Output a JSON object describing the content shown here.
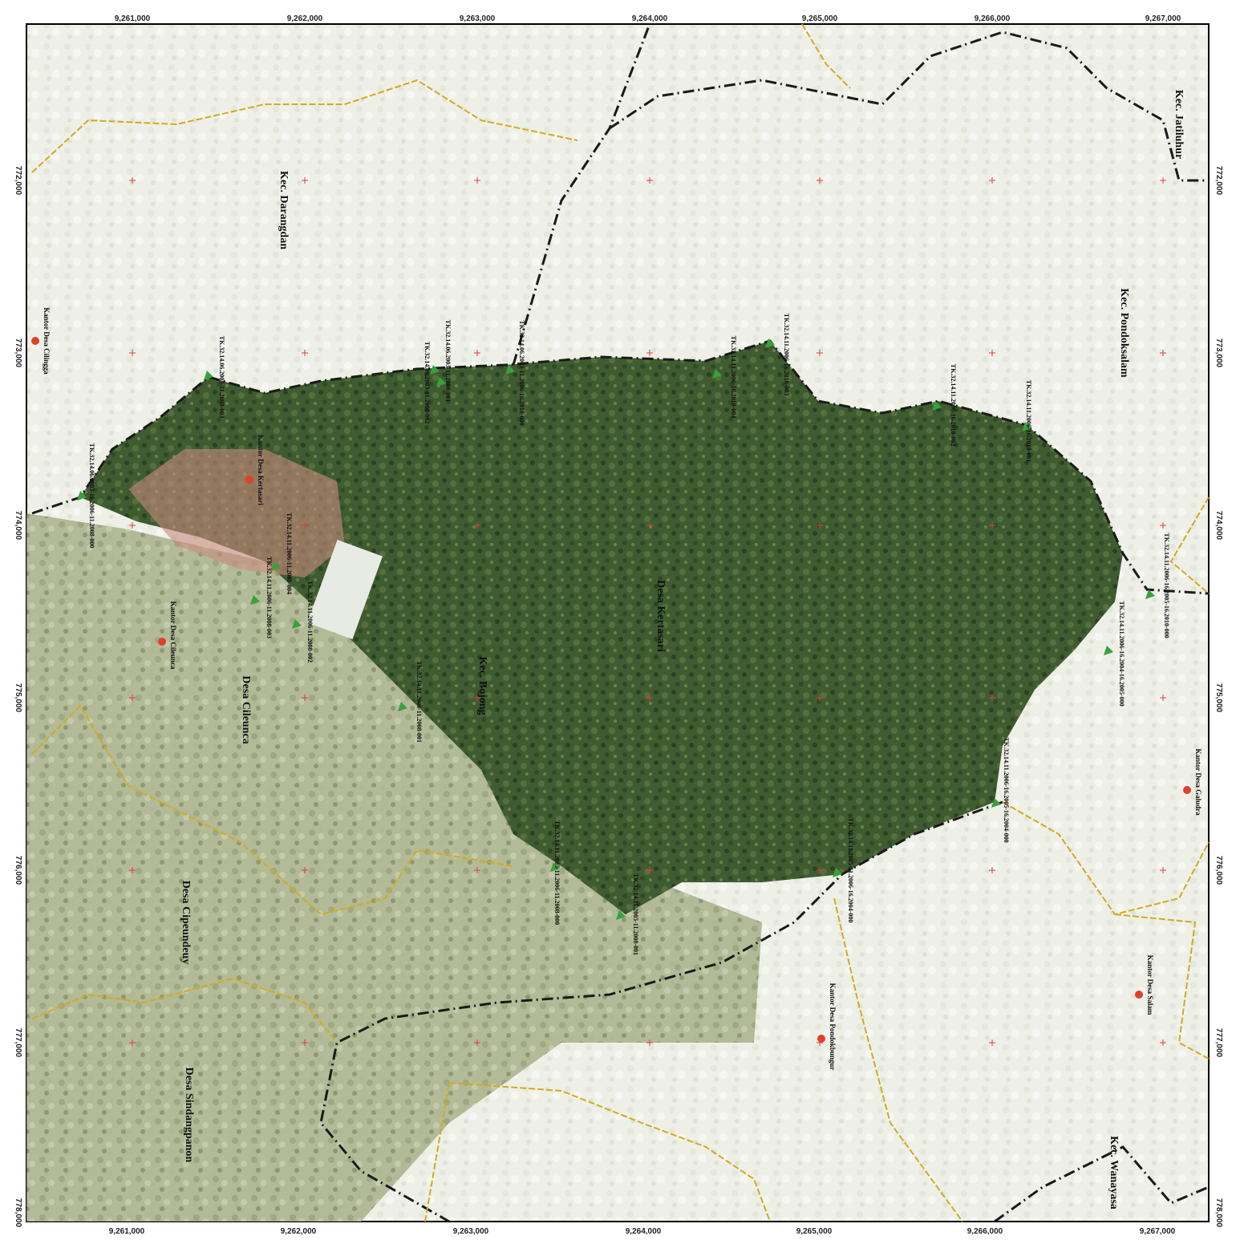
{
  "frame": {
    "top_ticks": [
      "9,261,000",
      "9,262,000",
      "9,263,000",
      "9,264,000",
      "9,265,000",
      "9,266,000",
      "9,267,000"
    ],
    "bottom_ticks": [
      "9,261,000",
      "9,262,000",
      "9,263,000",
      "9,264,000",
      "9,265,000",
      "9,266,000",
      "9,267,000"
    ],
    "left_ticks": [
      "772,000",
      "773,000",
      "774,000",
      "775,000",
      "776,000",
      "777,000",
      "778,000"
    ],
    "right_ticks": [
      "772,000",
      "773,000",
      "774,000",
      "775,000",
      "776,000",
      "777,000",
      "778,000"
    ]
  },
  "districts": [
    {
      "id": "darangdan",
      "label": "Kec. Darangdan"
    },
    {
      "id": "jatiluhur",
      "label": "Kec. Jatiluhur"
    },
    {
      "id": "pondoksalam",
      "label": "Kec. Pondoksalam"
    },
    {
      "id": "bojong",
      "label": "Kec. Bojong"
    },
    {
      "id": "wanayasa",
      "label": "Kec. Wanayasa"
    }
  ],
  "villages": [
    {
      "id": "kertasari",
      "label": "Desa Kertasari"
    },
    {
      "id": "cileunca",
      "label": "Desa Cileunca"
    },
    {
      "id": "cipeundeuy",
      "label": "Desa Cipeundeuy"
    },
    {
      "id": "sindangpanon",
      "label": "Desa Sindangpanon"
    }
  ],
  "village_offices": [
    {
      "id": "cilingga",
      "label": "Kantor Desa Cilingga"
    },
    {
      "id": "kertasari",
      "label": "Kantor Desa Kertasari"
    },
    {
      "id": "cileunca",
      "label": "Kantor Desa Cileunca"
    },
    {
      "id": "galudra",
      "label": "Kantor Desa Galudra"
    },
    {
      "id": "salam",
      "label": "Kantor Desa Salam"
    },
    {
      "id": "pondokbungur",
      "label": "Kantor Desa Pondokbungur"
    }
  ],
  "boundary_markers": [
    {
      "id": "m1",
      "label": "TK.32.14.06.2003-11.2006-11.2008-000"
    },
    {
      "id": "m2",
      "label": "TK.32.14.06.2003-11.2008-003"
    },
    {
      "id": "m3",
      "label": "TK.32.14.06.2003-11.2008-002"
    },
    {
      "id": "m4",
      "label": "TK.32.14.06.2003-11.2008-001"
    },
    {
      "id": "m5",
      "label": "TK.32.14.06.2003-11.2006-16.2010-000"
    },
    {
      "id": "m6",
      "label": "TK.32.14.11.2006-16.2010-004"
    },
    {
      "id": "m7",
      "label": "TK.32.14.11.2006-16.2010-003"
    },
    {
      "id": "m8",
      "label": "TK.32.14.11.2006-16.2010-002"
    },
    {
      "id": "m9",
      "label": "TK.32.14.11.2006-16.2010-001"
    },
    {
      "id": "m10",
      "label": "TK.32.14.11.2006-11.2008-004"
    },
    {
      "id": "m11",
      "label": "TK.32.14.11.2006-11.2008-003"
    },
    {
      "id": "m12",
      "label": "TK.32.14.11.2006-11.2008-002"
    },
    {
      "id": "m13",
      "label": "TK.32.14.11.2006-11.2008-001"
    },
    {
      "id": "m14",
      "label": "TK.32.14.11.2006-16.2005-16.2010-000"
    },
    {
      "id": "m15",
      "label": "TK.32.14.11.2006-16.2004-16.2005-000"
    },
    {
      "id": "m16",
      "label": "TK.32.14.11.2006-16.2005-16.2004-000"
    },
    {
      "id": "m17",
      "label": "TK.32.14.11.2005-11.2006-16.2004-000"
    },
    {
      "id": "m18",
      "label": "TK.32.14.11.2005-11.2006-11.2008-000"
    },
    {
      "id": "m19",
      "label": "TK.32.14.11.2005-11.2008-001"
    }
  ],
  "colors": {
    "background": "#f2f3ee",
    "forest_dark": "#2e4a26",
    "forest": "#4f6a3a",
    "cleared": "#8e9a6a",
    "settlement": "#c98a7e",
    "district_boundary": "#1a1a1a",
    "village_boundary": "#d4aa1e",
    "grid_cross": "#e23a3a",
    "office_dot": "#e0402a",
    "marker": "#3aa13a"
  }
}
